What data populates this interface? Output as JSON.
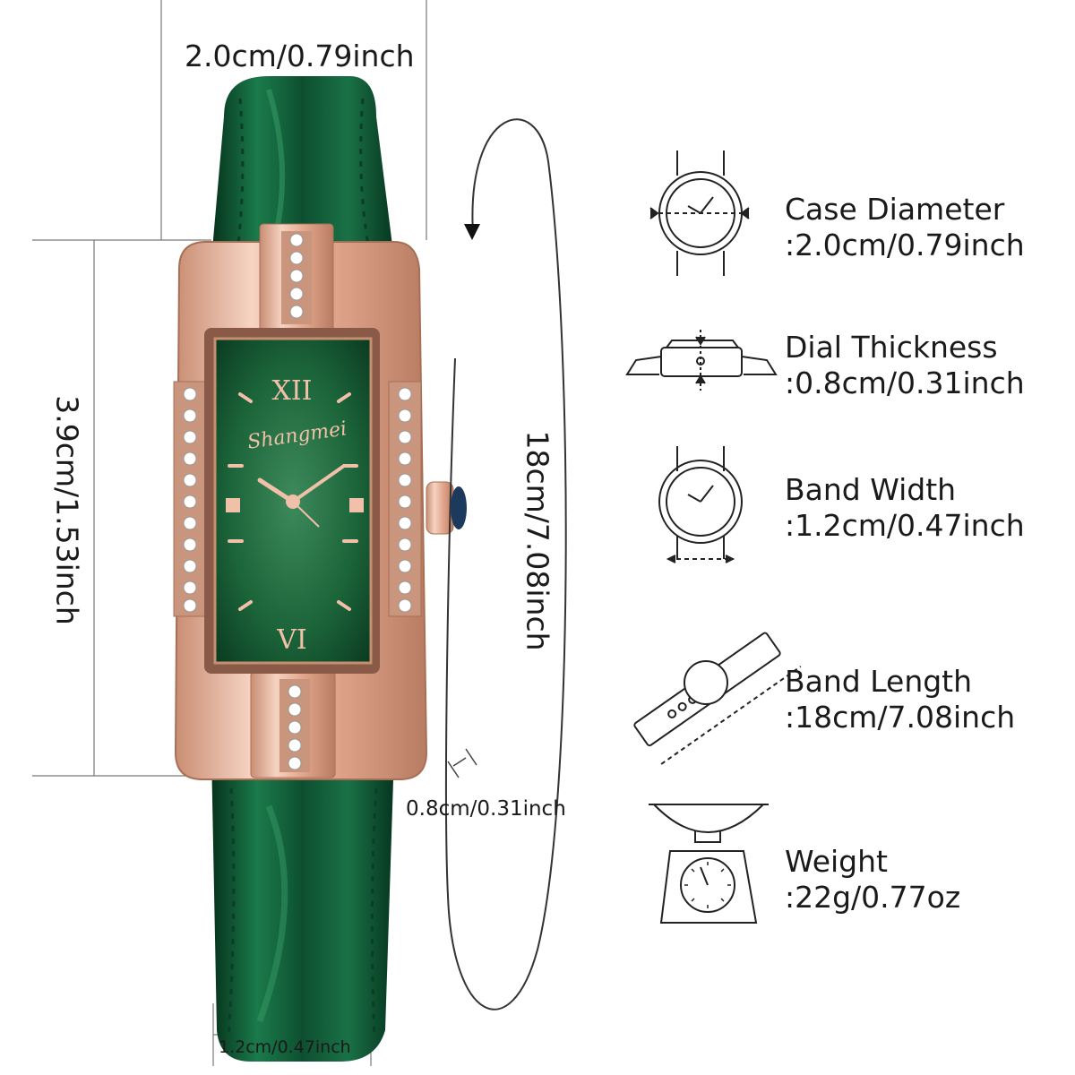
{
  "dimensions": {
    "case_width": "2.0cm/0.79inch",
    "case_height": "3.9cm/1.53inch",
    "band_length": "18cm/7.08inch",
    "thickness": "0.8cm/0.31inch",
    "band_width": "1.2cm/0.47inch"
  },
  "dial_brand": "Shangmei",
  "specs": [
    {
      "icon": "watch-diameter-icon",
      "title": "Case Diameter",
      "value": ":2.0cm/0.79inch"
    },
    {
      "icon": "dial-thickness-icon",
      "title": "Dial Thickness",
      "value": ":0.8cm/0.31inch"
    },
    {
      "icon": "band-width-icon",
      "title": "Band Width",
      "value": ":1.2cm/0.47inch"
    },
    {
      "icon": "band-length-icon",
      "title": "Band Length",
      "value": ":18cm/7.08inch"
    },
    {
      "icon": "scale-icon",
      "title": "Weight",
      "value": ":22g/0.77oz"
    }
  ],
  "colors": {
    "strap": "#0f5a34",
    "rose_gold": "#e6b19a",
    "dial": "#1d6a3e",
    "line": "#555555"
  }
}
